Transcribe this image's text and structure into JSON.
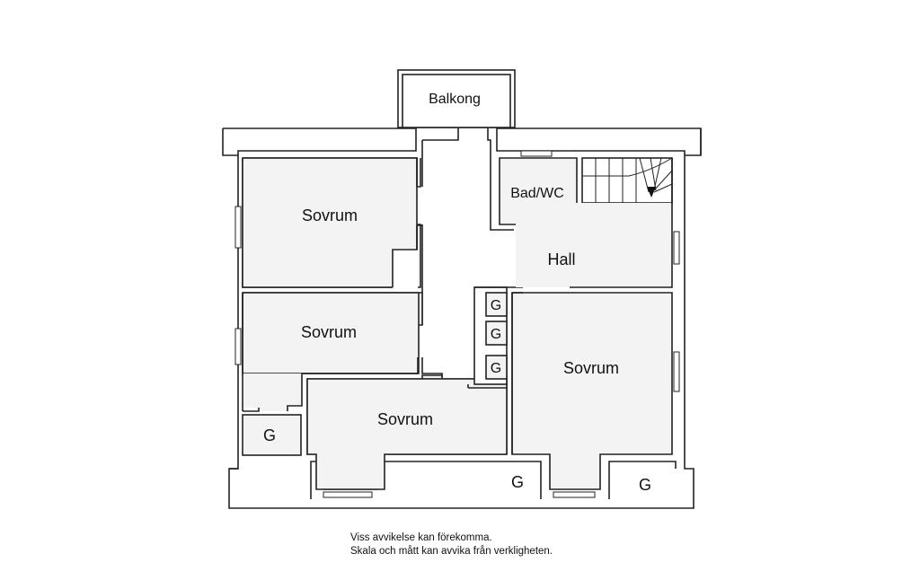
{
  "rooms": {
    "balkong": "Balkong",
    "bad_wc": "Bad/WC",
    "hall": "Hall",
    "sovrum_top_left": "Sovrum",
    "sovrum_mid_left": "Sovrum",
    "sovrum_bottom_mid": "Sovrum",
    "sovrum_right": "Sovrum",
    "garderob_1": "G",
    "garderob_2": "G",
    "garderob_3": "G",
    "garderob_left": "G",
    "garderob_bottom_mid": "G",
    "garderob_bottom_right": "G"
  },
  "disclaimer": {
    "line1": "Viss avvikelse kan förekomma.",
    "line2": "Skala och mått kan avvika från verkligheten."
  }
}
